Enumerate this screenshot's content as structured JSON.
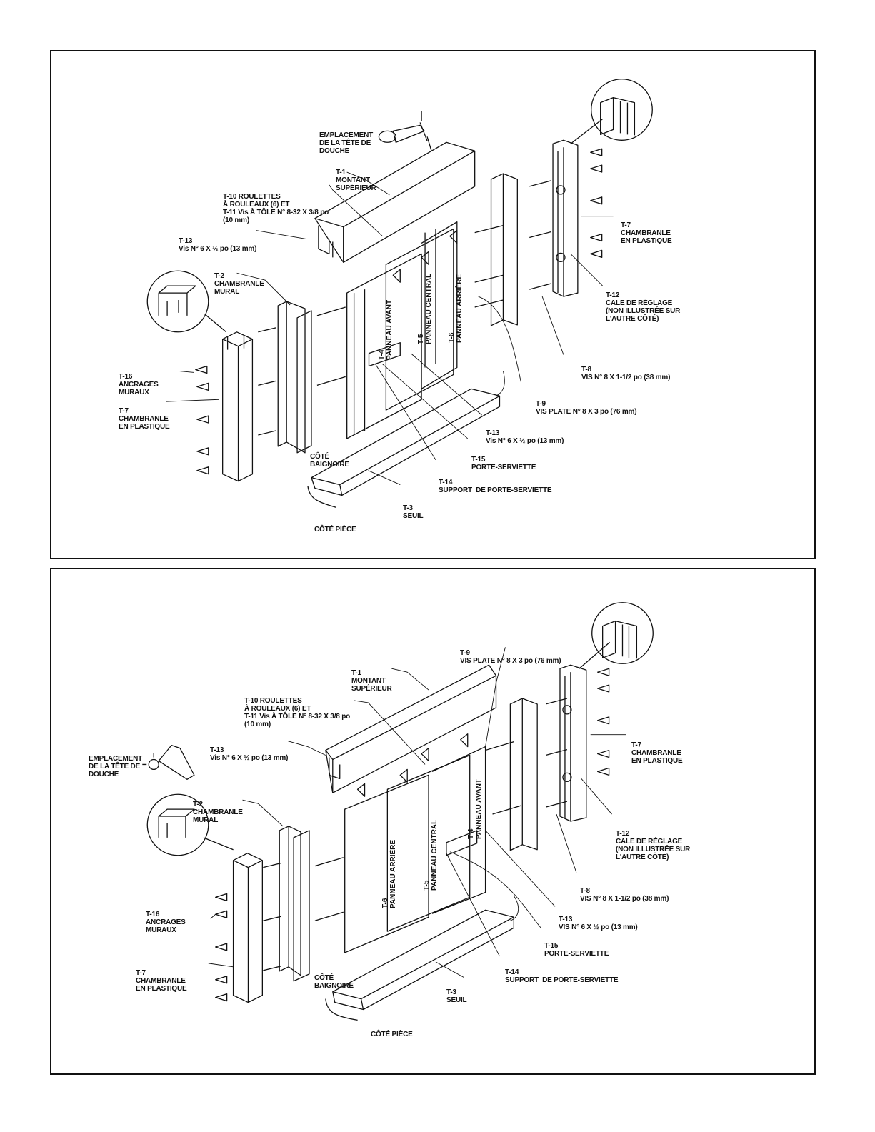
{
  "top": {
    "shower_head": [
      "EMPLACEMENT",
      "DE LA TÊTE DE",
      "DOUCHE"
    ],
    "t1": [
      "T-1",
      "MONTANT",
      "SUPÉRIEUR"
    ],
    "t10": [
      "T-10 ROULETTES",
      "À ROULEAUX (6) ET",
      "T-11 Vis À TÔLE N° 8-32 X 3/8 po",
      "(10 mm)"
    ],
    "t13a": [
      "T-13",
      "Vis N° 6 X ½ po (13 mm)"
    ],
    "t2": [
      "T-2",
      "CHAMBRANLE",
      "MURAL"
    ],
    "t16": [
      "T-16",
      "ANCRAGES",
      "MURAUX"
    ],
    "t7left": [
      "T-7",
      "CHAMBRANLE",
      "EN PLASTIQUE"
    ],
    "t7right": [
      "T-7",
      "CHAMBRANLE",
      "EN PLASTIQUE"
    ],
    "t12": [
      "T-12",
      "CALE DE RÉGLAGE",
      "(NON ILLUSTRÉE SUR",
      "L'AUTRE CÔTÉ)"
    ],
    "t8": [
      "T-8",
      "VIS N° 8 X 1-1/2 po (38 mm)"
    ],
    "t9": [
      "T-9",
      "VIS PLATE N° 8 X 3 po (76 mm)"
    ],
    "t13b": [
      "T-13",
      "Vis N° 6 X ½ po (13 mm)"
    ],
    "t15": [
      "T-15",
      "PORTE-SERVIETTE"
    ],
    "t14": [
      "T-14",
      "SUPPORT  DE PORTE-SERVIETTE"
    ],
    "t3": [
      "T-3",
      "SEUIL"
    ],
    "bath_side": [
      "CÔTÉ",
      "BAIGNOIRE"
    ],
    "room_side": [
      "CÔTÉ PIÈCE"
    ],
    "panel_front": [
      "T-4",
      "PANNEAU AVANT"
    ],
    "panel_center": [
      "T-5",
      "PANNEAU CENTRAL"
    ],
    "panel_back": [
      "T-6",
      "PANNEAU ARRIÈRE"
    ]
  },
  "bottom": {
    "t9": [
      "T-9",
      "VIS PLATE N° 8 X 3 po (76 mm)"
    ],
    "t1": [
      "T-1",
      "MONTANT",
      "SUPÉRIEUR"
    ],
    "t10": [
      "T-10 ROULETTES",
      "À ROULEAUX (6) ET",
      "T-11 Vis À TÔLE N° 8-32 X 3/8 po",
      "(10 mm)"
    ],
    "t13a": [
      "T-13",
      "Vis N° 6 X ½ po (13 mm)"
    ],
    "shower_head": [
      "EMPLACEMENT",
      "DE LA TÊTE DE",
      "DOUCHE"
    ],
    "t2": [
      "T-2",
      "CHAMBRANLE",
      "MURAL"
    ],
    "t7right": [
      "T-7",
      "CHAMBRANLE",
      "EN PLASTIQUE"
    ],
    "t12": [
      "T-12",
      "CALE DE RÉGLAGE",
      "(NON ILLUSTRÉE SUR",
      "L'AUTRE CÔTÉ)"
    ],
    "t8": [
      "T-8",
      "VIS N° 8 X 1-1/2 po (38 mm)"
    ],
    "t13b": [
      "T-13",
      "VIS N° 6 X ½ po (13 mm)"
    ],
    "t15": [
      "T-15",
      "PORTE-SERVIETTE"
    ],
    "t14": [
      "T-14",
      "SUPPORT  DE PORTE-SERVIETTE"
    ],
    "t3": [
      "T-3",
      "SEUIL"
    ],
    "t16": [
      "T-16",
      "ANCRAGES",
      "MURAUX"
    ],
    "t7left": [
      "T-7",
      "CHAMBRANLE",
      "EN PLASTIQUE"
    ],
    "bath_side": [
      "CÔTÉ",
      "BAIGNOIRE"
    ],
    "room_side": [
      "CÔTÉ PIÈCE"
    ],
    "panel_back": [
      "T-6",
      "PANNEAU ARRIÈRE"
    ],
    "panel_center": [
      "T-5",
      "PANNEAU CENTRAL"
    ],
    "panel_front": [
      "T-4",
      "PANNEAU AVANT"
    ]
  }
}
